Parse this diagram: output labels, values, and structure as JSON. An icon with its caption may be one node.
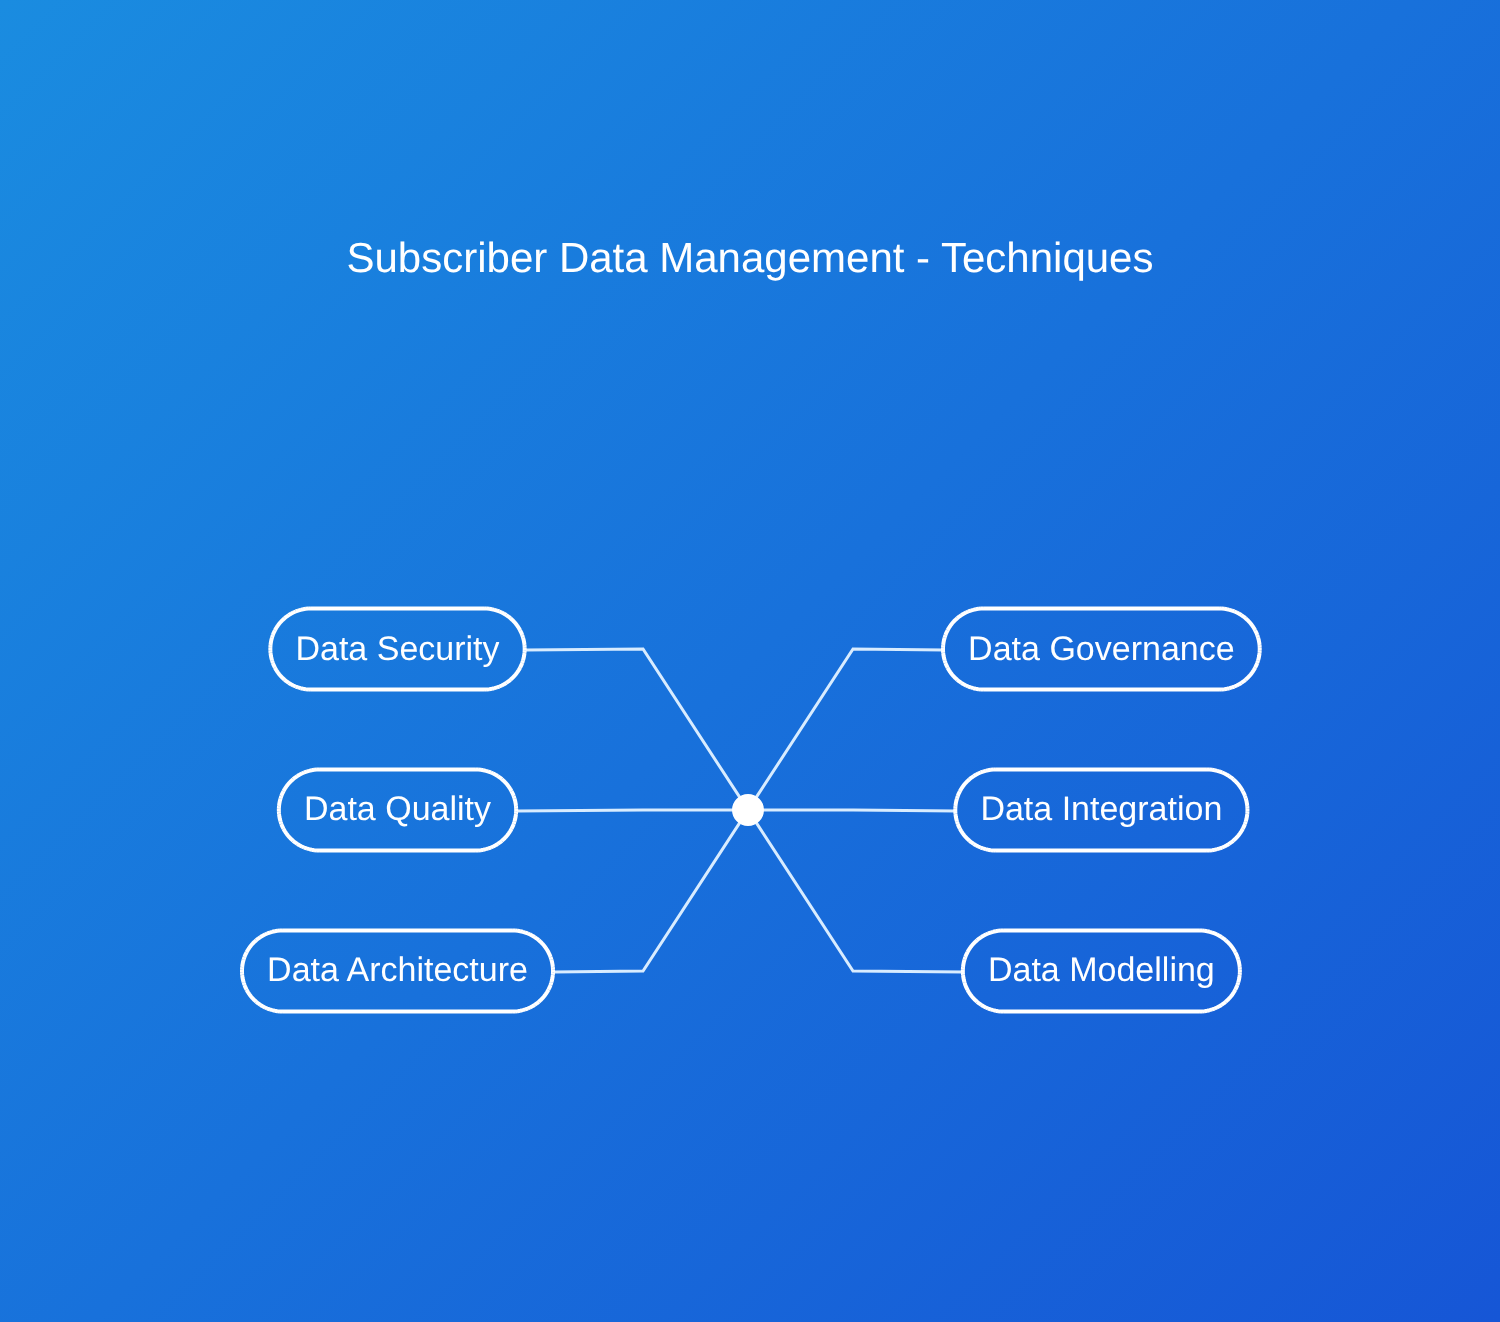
{
  "diagram": {
    "title": "Subscriber Data Management - Techniques",
    "nodes": [
      {
        "text": [
          "Data Security"
        ]
      },
      {
        "text": [
          "Data Governance"
        ]
      },
      {
        "text": [
          "Data Quality"
        ]
      },
      {
        "text": [],
        "shape": "circle"
      },
      {
        "text": [
          "Data Integration"
        ]
      },
      {
        "text": [
          "Data Architecture"
        ]
      },
      {
        "text": [
          "Data Modelling"
        ]
      }
    ],
    "edges": [
      {
        "from": 0,
        "to": 3,
        "arrow": "none"
      },
      {
        "from": 3,
        "to": 1,
        "arrow": "none"
      },
      {
        "from": 2,
        "to": 3,
        "arrow": "none"
      },
      {
        "from": 3,
        "to": 4,
        "arrow": "none"
      },
      {
        "from": 5,
        "to": 3,
        "arrow": "none"
      },
      {
        "from": 3,
        "to": 6,
        "arrow": "none"
      }
    ]
  }
}
